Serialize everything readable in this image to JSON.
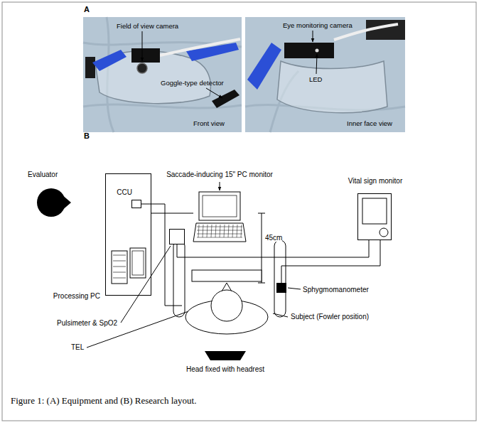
{
  "diagram": {
    "caption": "Figure 1: (A) Equipment and (B) Research layout.",
    "nodes": [
      {
        "text": [
          "Evaluator"
        ]
      },
      {
        "text": [
          "Processing PC"
        ]
      },
      {
        "text": [
          "CCU"
        ],
        "in": 1
      },
      {
        "text": [
          "Saccade-inducing 15\" PC monitor"
        ]
      },
      {
        "text": [
          "Vital sign monitor"
        ]
      },
      {
        "text": [
          "Pulsimeter & SpO2"
        ]
      },
      {
        "text": [
          "Sphygmomanometer"
        ]
      },
      {
        "text": [
          "Subject (Fowler position)"
        ]
      },
      {
        "text": [
          "Head fixed with headrest"
        ]
      }
    ],
    "edges": [
      {
        "from": 1,
        "to": 3,
        "arrow": "none"
      },
      {
        "from": 2,
        "to": 7,
        "arrow": "none"
      },
      {
        "from": 5,
        "to": 4,
        "arrow": "none"
      },
      {
        "from": 6,
        "to": 4,
        "arrow": "none"
      }
    ],
    "labels": [
      "A",
      "Field of view camera",
      "Goggle-type detector",
      "Front view",
      "Eye monitoring camera",
      "LED",
      "Inner face view",
      "B",
      "45cm",
      "TEL"
    ]
  }
}
